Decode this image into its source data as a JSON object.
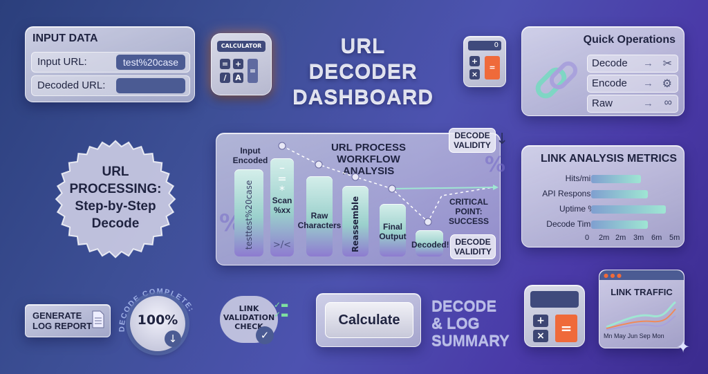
{
  "title": {
    "line1": "URL",
    "line2": "DECODER",
    "line3": "DASHBOARD"
  },
  "input_data": {
    "title": "INPUT DATA",
    "input_url_label": "Input URL:",
    "input_url_value": "test%20case",
    "decoded_url_label": "Decoded URL:",
    "decoded_url_value": ""
  },
  "calculator_widget": {
    "screen": "CALCULATOR",
    "keys": [
      "=",
      "+",
      "/",
      "A",
      "="
    ]
  },
  "small_calculator": {
    "display": "0",
    "keys": [
      "+",
      "=",
      "×"
    ]
  },
  "quick_operations": {
    "title": "Quick Operations",
    "items": [
      {
        "label": "Decode",
        "icon": "tools-icon"
      },
      {
        "label": "Encode",
        "icon": "gear-icon"
      },
      {
        "label": "Raw",
        "icon": "link-icon"
      }
    ]
  },
  "badge": {
    "line1": "URL",
    "line2": "PROCESSING:",
    "line3": "Step-by-Step",
    "line4": "Decode"
  },
  "workflow": {
    "title_line1": "URL PROCESS WORKFLOW",
    "title_line2": "ANALYSIS",
    "validity_top": {
      "line1": "DECODE",
      "line2": "VALIDITY"
    },
    "validity_bottom": {
      "line1": "DECODE",
      "line2": "VALIDITY"
    },
    "critical": {
      "line1": "CRITICAL",
      "line2": "POINT:",
      "line3": "SUCCESS"
    },
    "steps": [
      {
        "label_line1": "Input",
        "label_line2": "Encoded",
        "bar_text": "testtest%20case"
      },
      {
        "label_line1": "Scan",
        "label_line2": "%xx",
        "bar_text": ""
      },
      {
        "label_line1": "Raw",
        "label_line2": "Characters",
        "bar_text": ""
      },
      {
        "label_line1": "Reassemble",
        "label_line2": "",
        "bar_text": ""
      },
      {
        "label_line1": "Final",
        "label_line2": "Output",
        "bar_text": ""
      },
      {
        "label_line1": "Decoded!",
        "label_line2": "",
        "bar_text": ""
      }
    ],
    "percent_symbol": "%"
  },
  "metrics": {
    "title": "LINK ANALYSIS METRICS",
    "rows": [
      {
        "label": "Hits/min",
        "value": 0.55
      },
      {
        "label": "API Response",
        "value": 0.63
      },
      {
        "label": "Uptime %",
        "value": 0.83
      },
      {
        "label": "Decode Time",
        "value": 0.63
      }
    ],
    "ticks": [
      "0",
      "2m",
      "2m",
      "3m",
      "6m",
      "5m"
    ]
  },
  "generate_log": {
    "line1": "GENERATE",
    "line2": "LOG REPORT"
  },
  "decode_complete": {
    "arc_text": "DECODE COMPLETE:",
    "percent": "100%"
  },
  "link_validation": {
    "line1": "LINK",
    "line2": "VALIDATION",
    "line3": "CHECK"
  },
  "calculate_button": {
    "label": "Calculate"
  },
  "summary": {
    "line1": "DECODE",
    "line2": "& LOG",
    "line3": "SUMMARY"
  },
  "link_traffic": {
    "title": "LINK TRAFFIC",
    "axis": [
      "Mn",
      "May",
      "Jun",
      "Sep",
      "Mon"
    ]
  },
  "colors": {
    "accent_orange": "#ef6a3a",
    "teal": "#9fe6d3",
    "navy": "#3d4673"
  }
}
